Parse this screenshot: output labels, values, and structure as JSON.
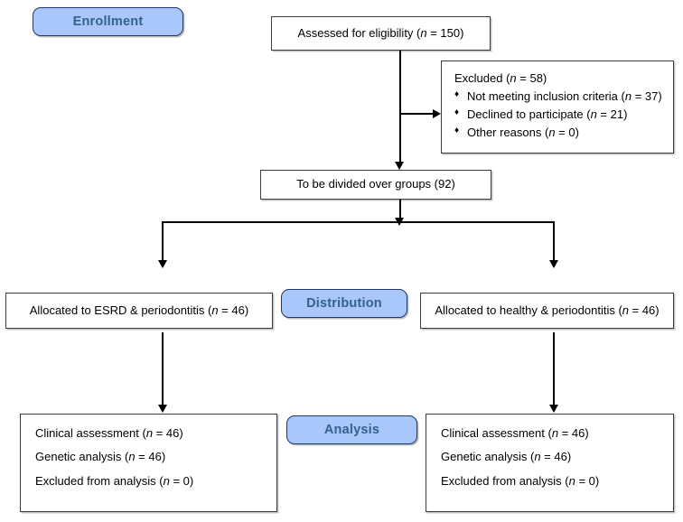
{
  "diagram": {
    "title": "CONSORT participant flow diagram",
    "colors": {
      "badge_fill": "#a9c7fa",
      "badge_border": "#1f3864",
      "badge_text": "#35618f",
      "box_border": "#3b3b3b",
      "box_fill": "#ffffff",
      "connector": "#000000"
    }
  },
  "stages": {
    "enrollment": "Enrollment",
    "distribution": "Distribution",
    "analysis": "Analysis"
  },
  "nodes": {
    "assessed": {
      "text_before": "Assessed for eligibility (",
      "italic": "n",
      "text_after": " = 150)"
    },
    "excluded": {
      "heading_before": "Excluded (",
      "heading_italic": "n",
      "heading_after": " = 58)",
      "bullet_glyph": "♦",
      "items": [
        {
          "before": "Not meeting inclusion criteria (",
          "italic": "n",
          "after": " = 37)"
        },
        {
          "before": "Declined to participate (",
          "italic": "n",
          "after": " = 21)"
        },
        {
          "before": "Other reasons (",
          "italic": "n",
          "after": " = 0)"
        }
      ]
    },
    "divided": {
      "text": "To be divided over groups (92)"
    },
    "allocated_left": {
      "text_before": "Allocated to ESRD & periodontitis (",
      "italic": "n",
      "text_after": " = 46)"
    },
    "allocated_right": {
      "text_before": "Allocated to healthy & periodontitis (",
      "italic": "n",
      "text_after": " = 46)"
    },
    "analysis_left": {
      "lines": [
        {
          "before": "Clinical assessment (",
          "italic": "n",
          "after": " = 46)"
        },
        {
          "before": "Genetic analysis (",
          "italic": "n",
          "after": " = 46)"
        },
        {
          "before": "Excluded from analysis (",
          "italic": "n",
          "after": " = 0)"
        }
      ]
    },
    "analysis_right": {
      "lines": [
        {
          "before": "Clinical assessment (",
          "italic": "n",
          "after": " = 46)"
        },
        {
          "before": "Genetic analysis (",
          "italic": "n",
          "after": " = 46)"
        },
        {
          "before": "Excluded from analysis (",
          "italic": "n",
          "after": " = 0)"
        }
      ]
    }
  }
}
